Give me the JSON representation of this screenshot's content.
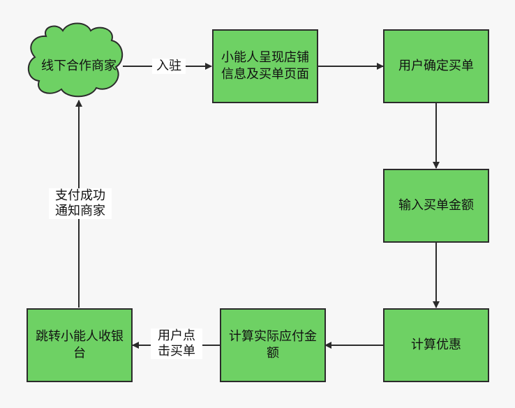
{
  "nodes": {
    "offline_merchant": "线下合作商家",
    "show_store_info": "小能人呈现店铺信息及买单页面",
    "user_confirm": "用户确定买单",
    "input_amount": "输入买单金额",
    "calc_discount": "计算优惠",
    "calc_actual": "计算实际应付金额",
    "jump_cashier": "跳转小能人收银台"
  },
  "edges": {
    "settle_in": "入驻",
    "user_click_buy": "用户点击买单",
    "pay_success_notify": "支付成功通知商家"
  },
  "colors": {
    "node_fill": "#6ed164",
    "stroke": "#2b2b2b",
    "background": "#f7f7f7"
  }
}
